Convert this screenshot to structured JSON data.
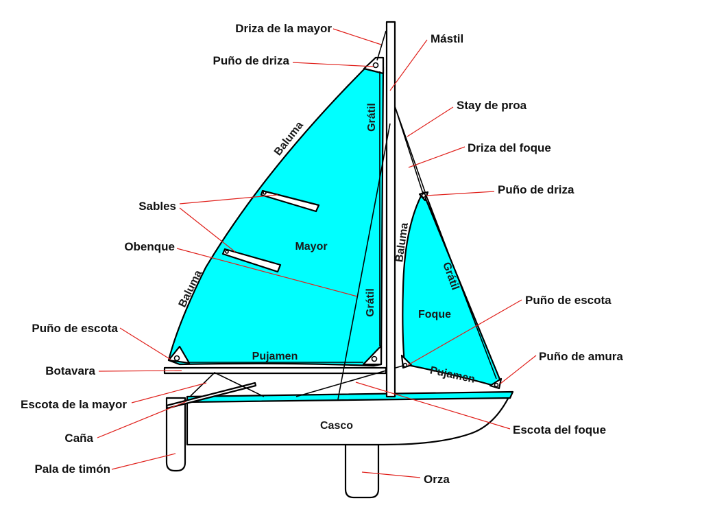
{
  "colors": {
    "sail": "#00ffff",
    "leader": "#e0201b",
    "outline": "#000000",
    "text": "#111111"
  },
  "labels": {
    "driza_mayor": "Driza de la mayor",
    "mastil": "Mástil",
    "puno_driza_mayor": "Puño de driza",
    "stay_proa": "Stay de proa",
    "driza_foque": "Driza del foque",
    "puno_driza_foque": "Puño de driza",
    "sables": "Sables",
    "obenque": "Obenque",
    "puno_escota_foque": "Puño de escota",
    "puno_escota_mayor": "Puño de escota",
    "puno_amura": "Puño de amura",
    "botavara": "Botavara",
    "escota_mayor": "Escota de la mayor",
    "escota_foque": "Escota del foque",
    "cana": "Caña",
    "pala_timon": "Pala de timón",
    "orza": "Orza"
  },
  "sail_labels": {
    "baluma_mayor_top": "Baluma",
    "baluma_mayor_low": "Baluma",
    "gratil_mayor_top": "Grátil",
    "gratil_mayor_low": "Grátil",
    "mayor": "Mayor",
    "pujamen_mayor": "Pujamen",
    "baluma_foque": "Baluma",
    "gratil_foque": "Grátil",
    "foque": "Foque",
    "pujamen_foque": "Pujamen",
    "casco": "Casco"
  }
}
